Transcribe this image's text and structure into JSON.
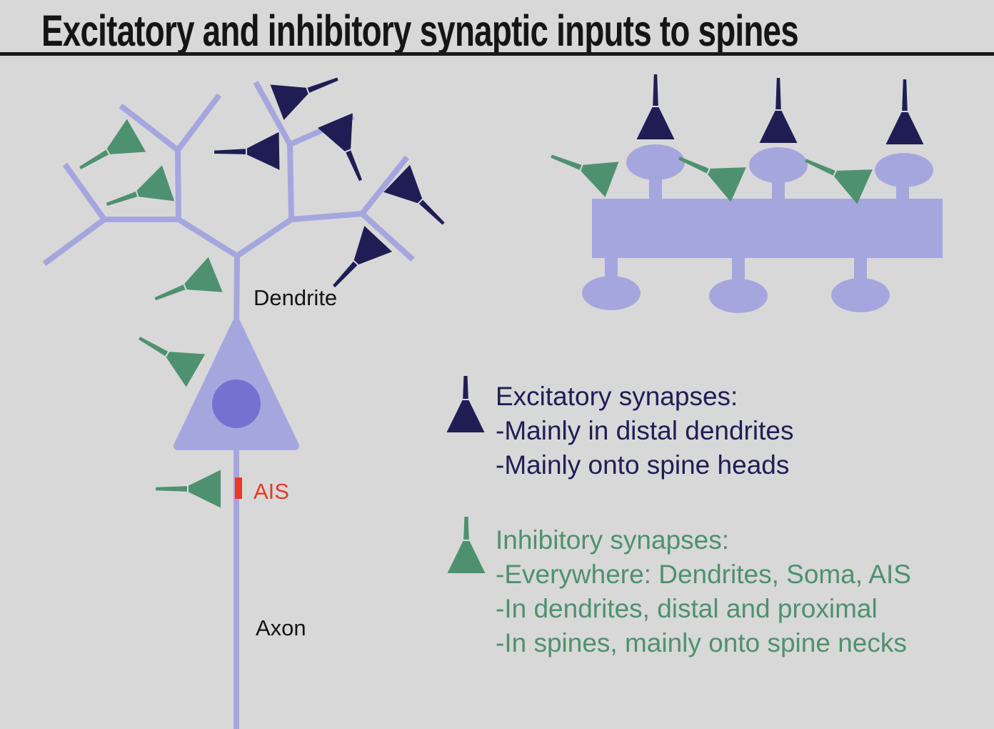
{
  "title": "Excitatory and inhibitory synaptic inputs to spines",
  "neuron_labels": {
    "dendrite": "Dendrite",
    "ais": "AIS",
    "axon": "Axon"
  },
  "legend": {
    "excitatory": {
      "icon": "excitatory-synapse-icon",
      "heading": "Excitatory synapses:",
      "items": [
        "-Mainly in distal dendrites",
        "-Mainly onto spine heads"
      ]
    },
    "inhibitory": {
      "icon": "inhibitory-synapse-icon",
      "heading": "Inhibitory synapses:",
      "items": [
        "-Everywhere: Dendrites, Soma, AIS",
        "-In dendrites, distal and proximal",
        "-In spines, mainly onto spine necks"
      ]
    }
  },
  "colors": {
    "background": "#d8d8d8",
    "rule": "#1a1a1a",
    "title_text": "#151515",
    "dendrite_lavender": "#a6a6df",
    "soma_nucleus": "#7472d0",
    "excitatory_navy": "#201d55",
    "inhibitory_green": "#4e9170",
    "ais_red": "#e93a22"
  }
}
